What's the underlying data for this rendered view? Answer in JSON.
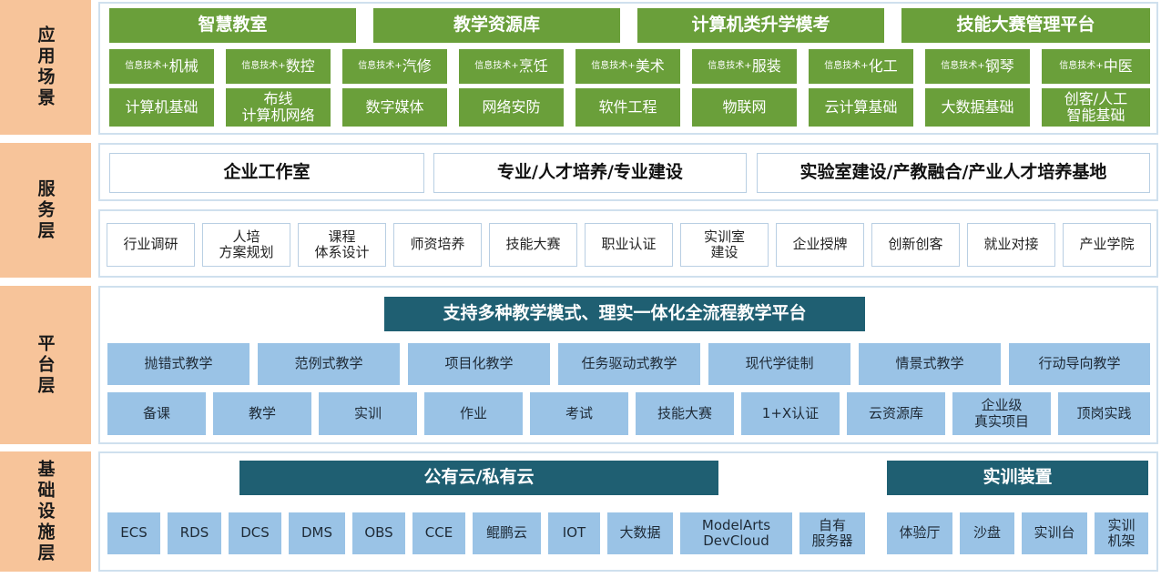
{
  "layers": {
    "app": "应用场景",
    "service": "服务层",
    "platform": "平台层",
    "infra": "基础设施层"
  },
  "app": {
    "heads": [
      "智慧教室",
      "教学资源库",
      "计算机类升学模考",
      "技能大赛管理平台"
    ],
    "row1_prefix": "信息技术+",
    "row1": [
      "机械",
      "数控",
      "汽修",
      "烹饪",
      "美术",
      "服装",
      "化工",
      "钢琴",
      "中医"
    ],
    "row2": [
      "计算机基础",
      "布线\n计算机网络",
      "数字媒体",
      "网络安防",
      "软件工程",
      "物联网",
      "云计算基础",
      "大数据基础",
      "创客/人工\n智能基础"
    ]
  },
  "service": {
    "heads": [
      "企业工作室",
      "专业/人才培养/专业建设",
      "实验室建设/产教融合/产业人才培养基地"
    ],
    "items": [
      "行业调研",
      "人培\n方案规划",
      "课程\n体系设计",
      "师资培养",
      "技能大赛",
      "职业认证",
      "实训室\n建设",
      "企业授牌",
      "创新创客",
      "就业对接",
      "产业学院"
    ]
  },
  "platform": {
    "head": "支持多种教学模式、理实一体化全流程教学平台",
    "row1": [
      "抛错式教学",
      "范例式教学",
      "项目化教学",
      "任务驱动式教学",
      "现代学徒制",
      "情景式教学",
      "行动导向教学"
    ],
    "row2": [
      "备课",
      "教学",
      "实训",
      "作业",
      "考试",
      "技能大赛",
      "1+X认证",
      "云资源库",
      "企业级\n真实项目",
      "顶岗实践"
    ]
  },
  "infra": {
    "cloud_head": "公有云/私有云",
    "cloud_items": [
      "ECS",
      "RDS",
      "DCS",
      "DMS",
      "OBS",
      "CCE",
      "鲲鹏云",
      "IOT",
      "大数据",
      "ModelArts\nDevCloud",
      "自有\n服务器"
    ],
    "device_head": "实训装置",
    "device_items": [
      "体验厅",
      "沙盘",
      "实训台",
      "实训\n机架"
    ]
  }
}
